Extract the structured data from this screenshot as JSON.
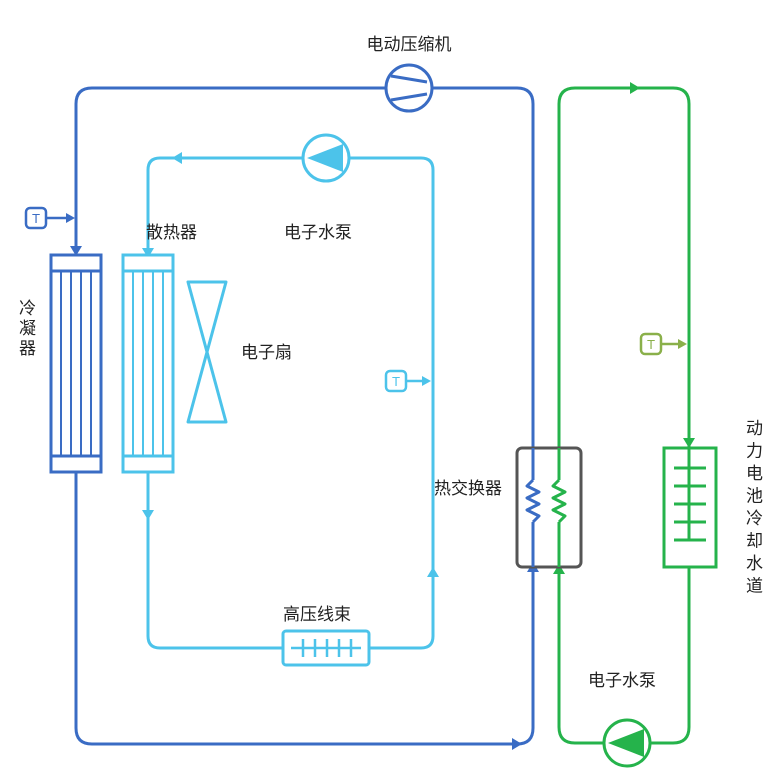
{
  "labels": {
    "compressor": "电动压缩机",
    "radiator": "散热器",
    "pump_top": "电子水泵",
    "fan": "电子扇",
    "condenser": "冷凝器",
    "heat_exchanger": "热交换器",
    "harness": "高压线束",
    "pump_bottom": "电子水泵",
    "battery_channel": "动力电池冷却水道"
  },
  "sensor_glyph": "T",
  "colors": {
    "refrigerant_loop": "#3a6cc4",
    "motor_loop": "#4cc3ea",
    "battery_loop": "#25b34b",
    "sensor_green": "#8ab04a",
    "heat_exchanger_frame": "#555555"
  }
}
